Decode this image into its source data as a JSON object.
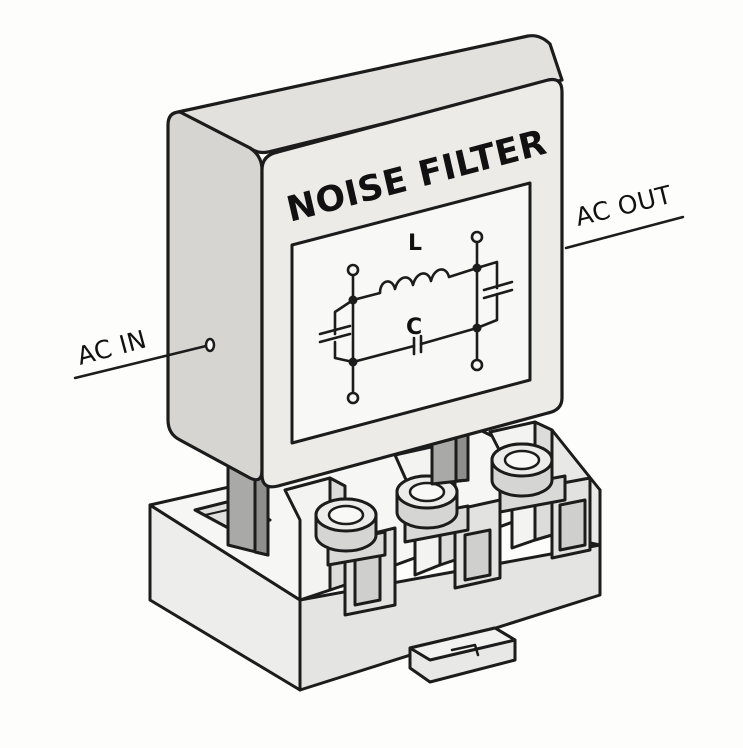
{
  "device": {
    "title": "NOISE FILTER",
    "inductor_label": "L",
    "capacitor_label": "C"
  },
  "callouts": {
    "input": "AC IN",
    "output": "AC OUT"
  },
  "colors": {
    "outline": "#1c1c1c",
    "housing_face": "#ecebe8",
    "housing_top": "#e2e1de",
    "housing_side": "#d6d5d2",
    "terminal_block": "#f4f4f2",
    "screw_metal": "#d9d9d7",
    "post": "#a9a9a7",
    "schematic_bg": "#f8f8f6",
    "background": "#fdfdfc"
  }
}
